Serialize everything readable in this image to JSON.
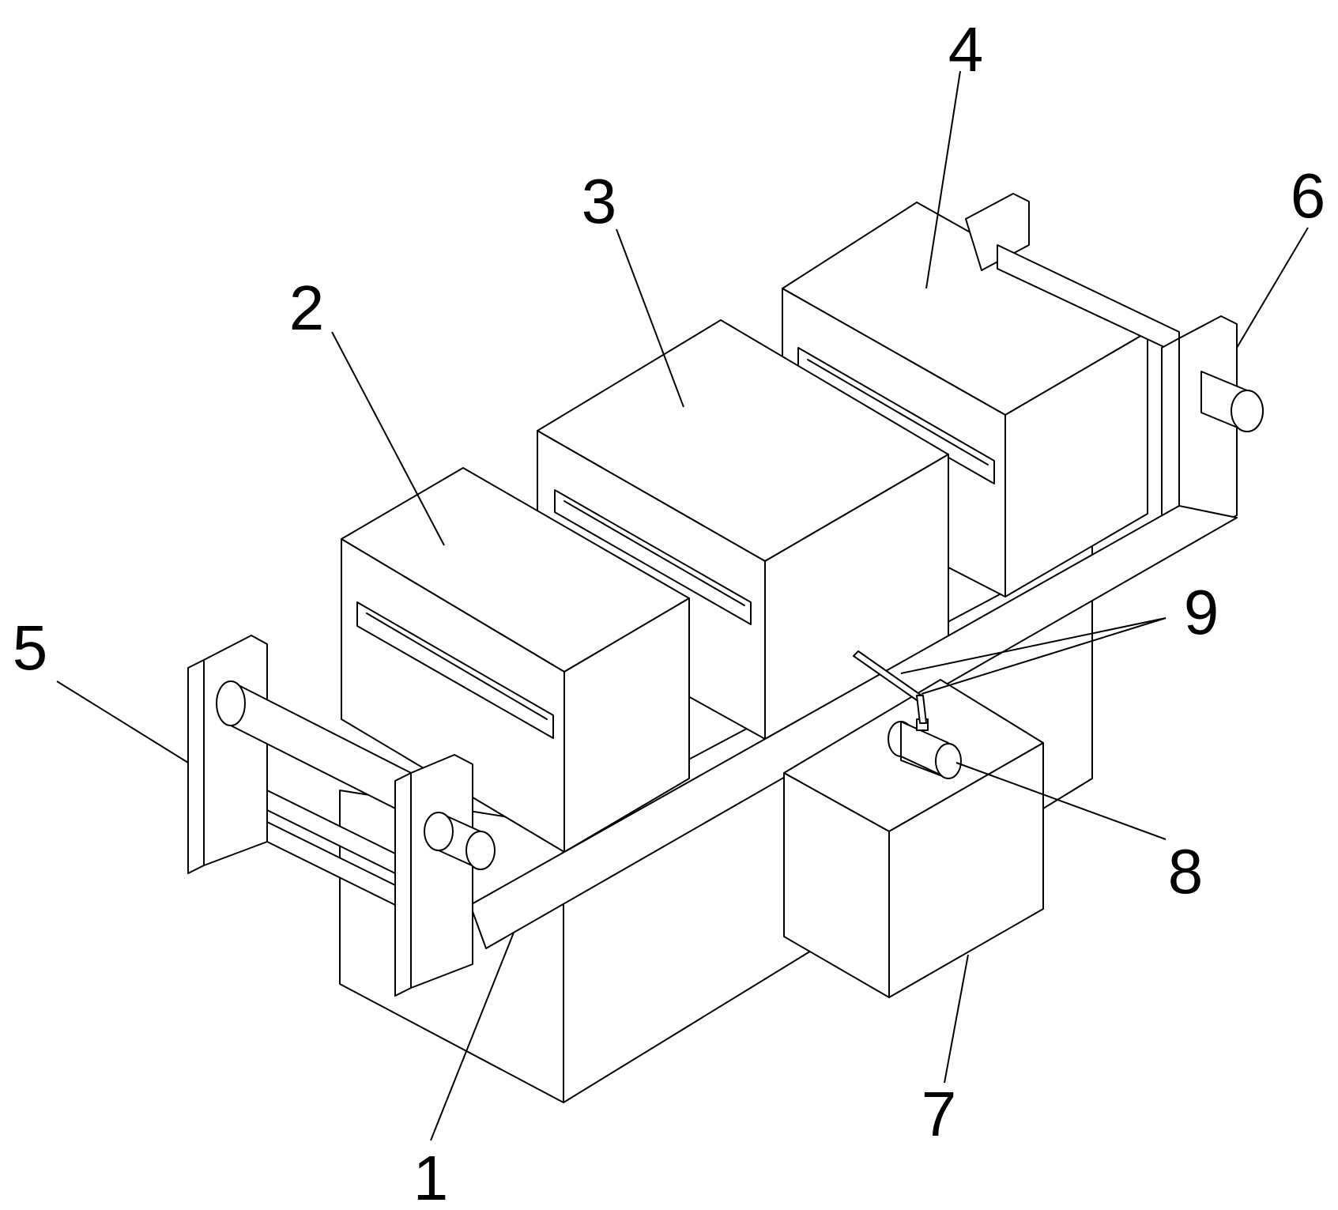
{
  "figure": {
    "line_color": "#000000",
    "background": "#ffffff"
  },
  "callouts": [
    {
      "id": "1",
      "label": "1",
      "part": "base-frame"
    },
    {
      "id": "2",
      "label": "2",
      "part": "first-box"
    },
    {
      "id": "3",
      "label": "3",
      "part": "second-box"
    },
    {
      "id": "4",
      "label": "4",
      "part": "third-box"
    },
    {
      "id": "5",
      "label": "5",
      "part": "feed-roller-assembly"
    },
    {
      "id": "6",
      "label": "6",
      "part": "outlet-roller-assembly"
    },
    {
      "id": "7",
      "label": "7",
      "part": "side-tank"
    },
    {
      "id": "8",
      "label": "8",
      "part": "pump"
    },
    {
      "id": "9",
      "label": "9",
      "part": "pipe"
    }
  ]
}
